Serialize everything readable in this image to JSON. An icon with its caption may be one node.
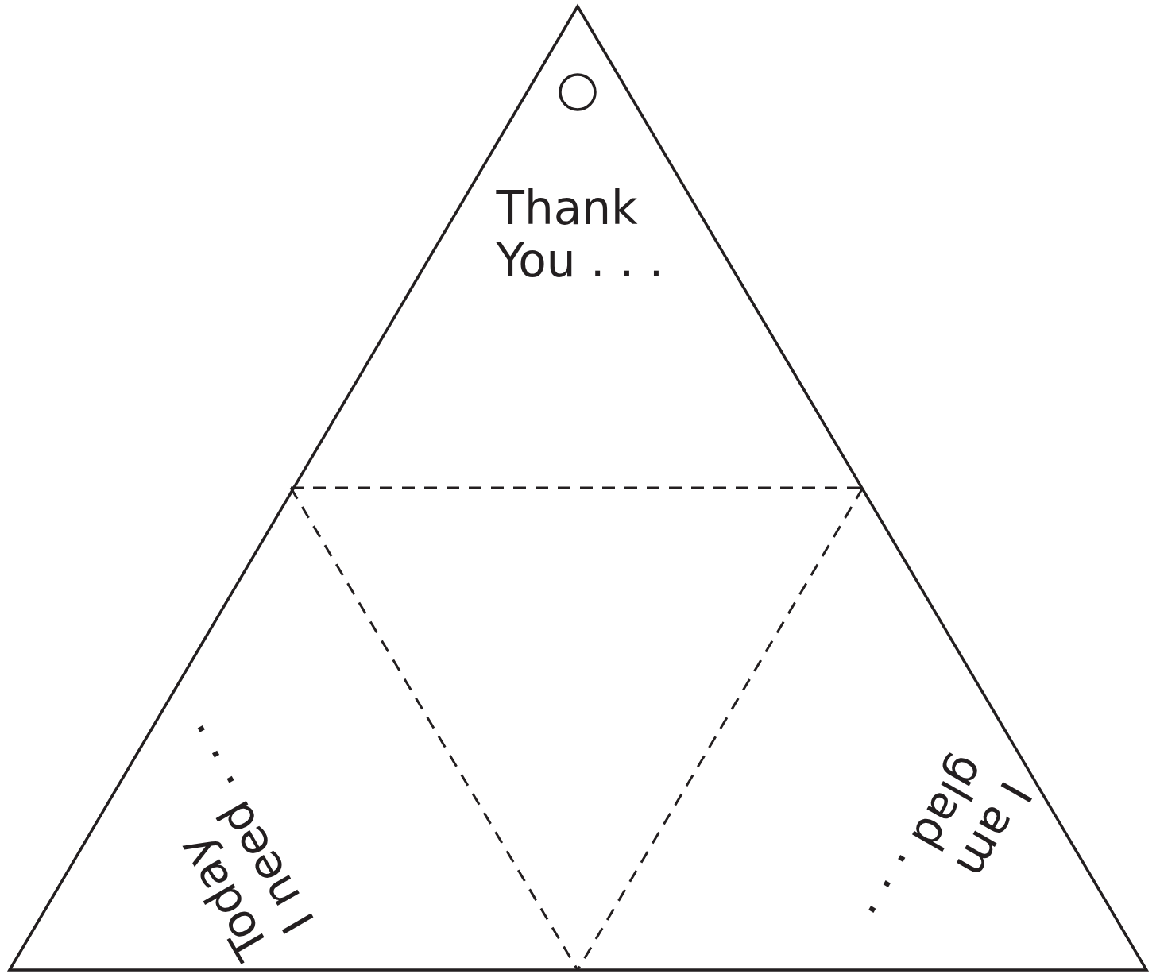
{
  "diagram": {
    "labels": [
      "Thank You . . .",
      "Today I need . . .",
      "I am glad . . ."
    ]
  }
}
